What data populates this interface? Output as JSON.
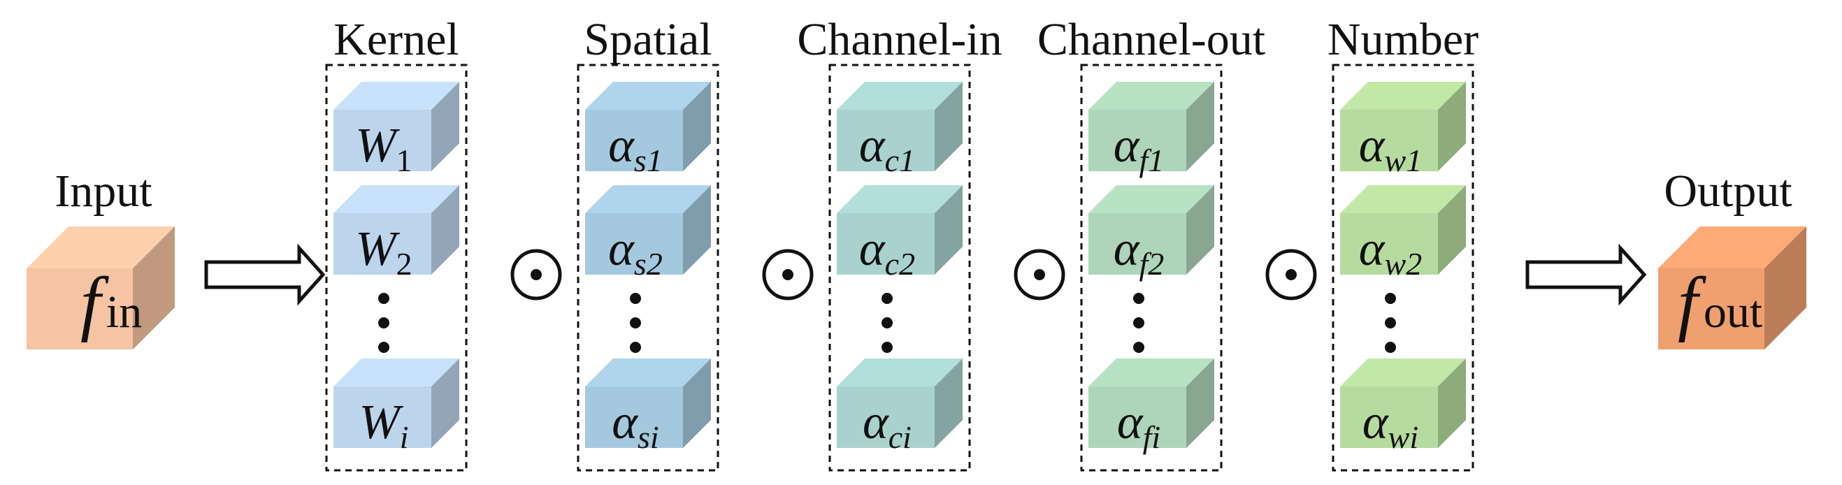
{
  "input": {
    "label": "Input",
    "symbol": "f",
    "subscript": "in",
    "color": "#F6C4A2"
  },
  "output": {
    "label": "Output",
    "symbol": "f",
    "subscript": "out",
    "color": "#F0A06F"
  },
  "operator": "⊙",
  "groups": [
    {
      "title": "Kernel",
      "color": "#BCD5EC",
      "items": [
        {
          "sym": "W",
          "sub": "1"
        },
        {
          "sym": "W",
          "sub": "2"
        },
        {
          "sym": "W",
          "sub": "i"
        }
      ]
    },
    {
      "title": "Spatial",
      "color": "#A4C9DF",
      "items": [
        {
          "sym": "α",
          "sub": "s1"
        },
        {
          "sym": "α",
          "sub": "s2"
        },
        {
          "sym": "α",
          "sub": "si"
        }
      ]
    },
    {
      "title": "Channel-in",
      "color": "#A9D2CF",
      "items": [
        {
          "sym": "α",
          "sub": "c1"
        },
        {
          "sym": "α",
          "sub": "c2"
        },
        {
          "sym": "α",
          "sub": "ci"
        }
      ]
    },
    {
      "title": "Channel-out",
      "color": "#AED5B9",
      "items": [
        {
          "sym": "α",
          "sub": "f1"
        },
        {
          "sym": "α",
          "sub": "f2"
        },
        {
          "sym": "α",
          "sub": "fi"
        }
      ]
    },
    {
      "title": "Number",
      "color": "#B6DB9E",
      "items": [
        {
          "sym": "α",
          "sub": "w1"
        },
        {
          "sym": "α",
          "sub": "w2"
        },
        {
          "sym": "α",
          "sub": "wi"
        }
      ]
    }
  ]
}
